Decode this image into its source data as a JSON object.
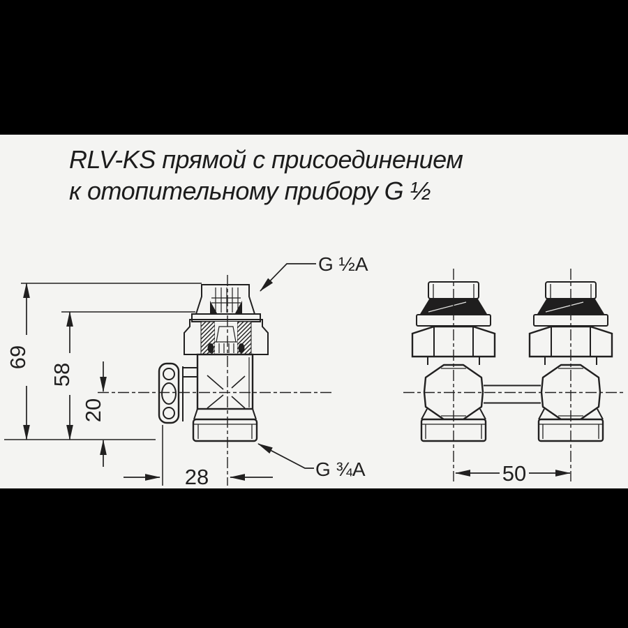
{
  "title": {
    "line1": "RLV-KS прямой с присоединением",
    "line2": "к отопительному прибору G ½"
  },
  "connection_labels": {
    "top": "G ½A",
    "bottom": "G ¾A"
  },
  "dimensions_mm": {
    "total_height": "69",
    "upper_height": "58",
    "outlet_offset": "20",
    "flange_to_axis": "28",
    "port_spacing": "50"
  },
  "colors": {
    "letterbox": "#000000",
    "background": "#f4f4f2",
    "ink": "#212020"
  }
}
